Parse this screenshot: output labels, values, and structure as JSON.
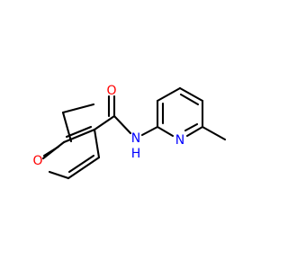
{
  "molecule": {
    "atoms": {
      "furan_oxygen": {
        "symbol": "O",
        "color": "#ff0000"
      },
      "carbonyl_oxygen": {
        "symbol": "O",
        "color": "#ff0000"
      },
      "amide_nitrogen": {
        "symbol": "N",
        "hydrogen": "H",
        "color": "#0000ff"
      },
      "pyridine_nitrogen": {
        "symbol": "N",
        "color": "#0000ff"
      }
    },
    "bond_color": "#000000"
  }
}
